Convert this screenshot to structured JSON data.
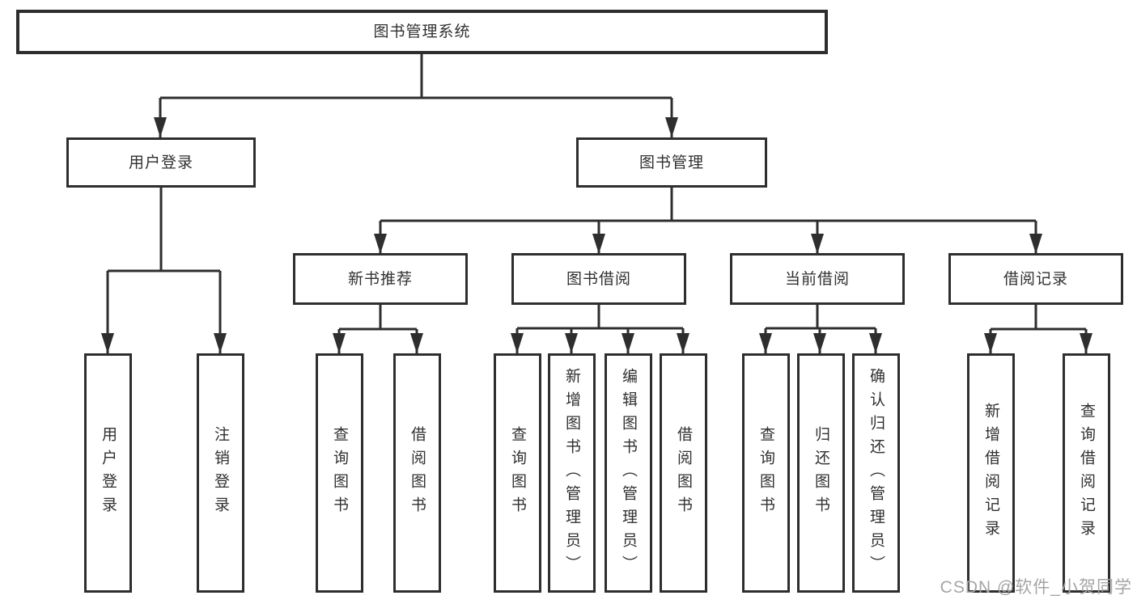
{
  "diagram": {
    "watermark": "CSDN @软件_小贺同学",
    "colors": {
      "line": "#2e2e2e",
      "box_border": "#2e2e2e",
      "text": "#303030",
      "background": "#ffffff",
      "watermark": "#a5a5a5"
    },
    "tree": {
      "root": {
        "label": "图书管理系统",
        "children": [
          {
            "label": "用户登录",
            "children": [
              {
                "label": "用户登录"
              },
              {
                "label": "注销登录"
              }
            ]
          },
          {
            "label": "图书管理",
            "children": [
              {
                "label": "新书推荐",
                "children": [
                  {
                    "label": "查询图书"
                  },
                  {
                    "label": "借阅图书"
                  }
                ]
              },
              {
                "label": "图书借阅",
                "children": [
                  {
                    "label": "查询图书"
                  },
                  {
                    "label": "新增图书（管理员）"
                  },
                  {
                    "label": "编辑图书（管理员）"
                  },
                  {
                    "label": "借阅图书"
                  }
                ]
              },
              {
                "label": "当前借阅",
                "children": [
                  {
                    "label": "查询图书"
                  },
                  {
                    "label": "归还图书"
                  },
                  {
                    "label": "确认归还（管理员）"
                  }
                ]
              },
              {
                "label": "借阅记录",
                "children": [
                  {
                    "label": "新增借阅记录"
                  },
                  {
                    "label": "查询借阅记录"
                  }
                ]
              }
            ]
          }
        ]
      }
    }
  }
}
